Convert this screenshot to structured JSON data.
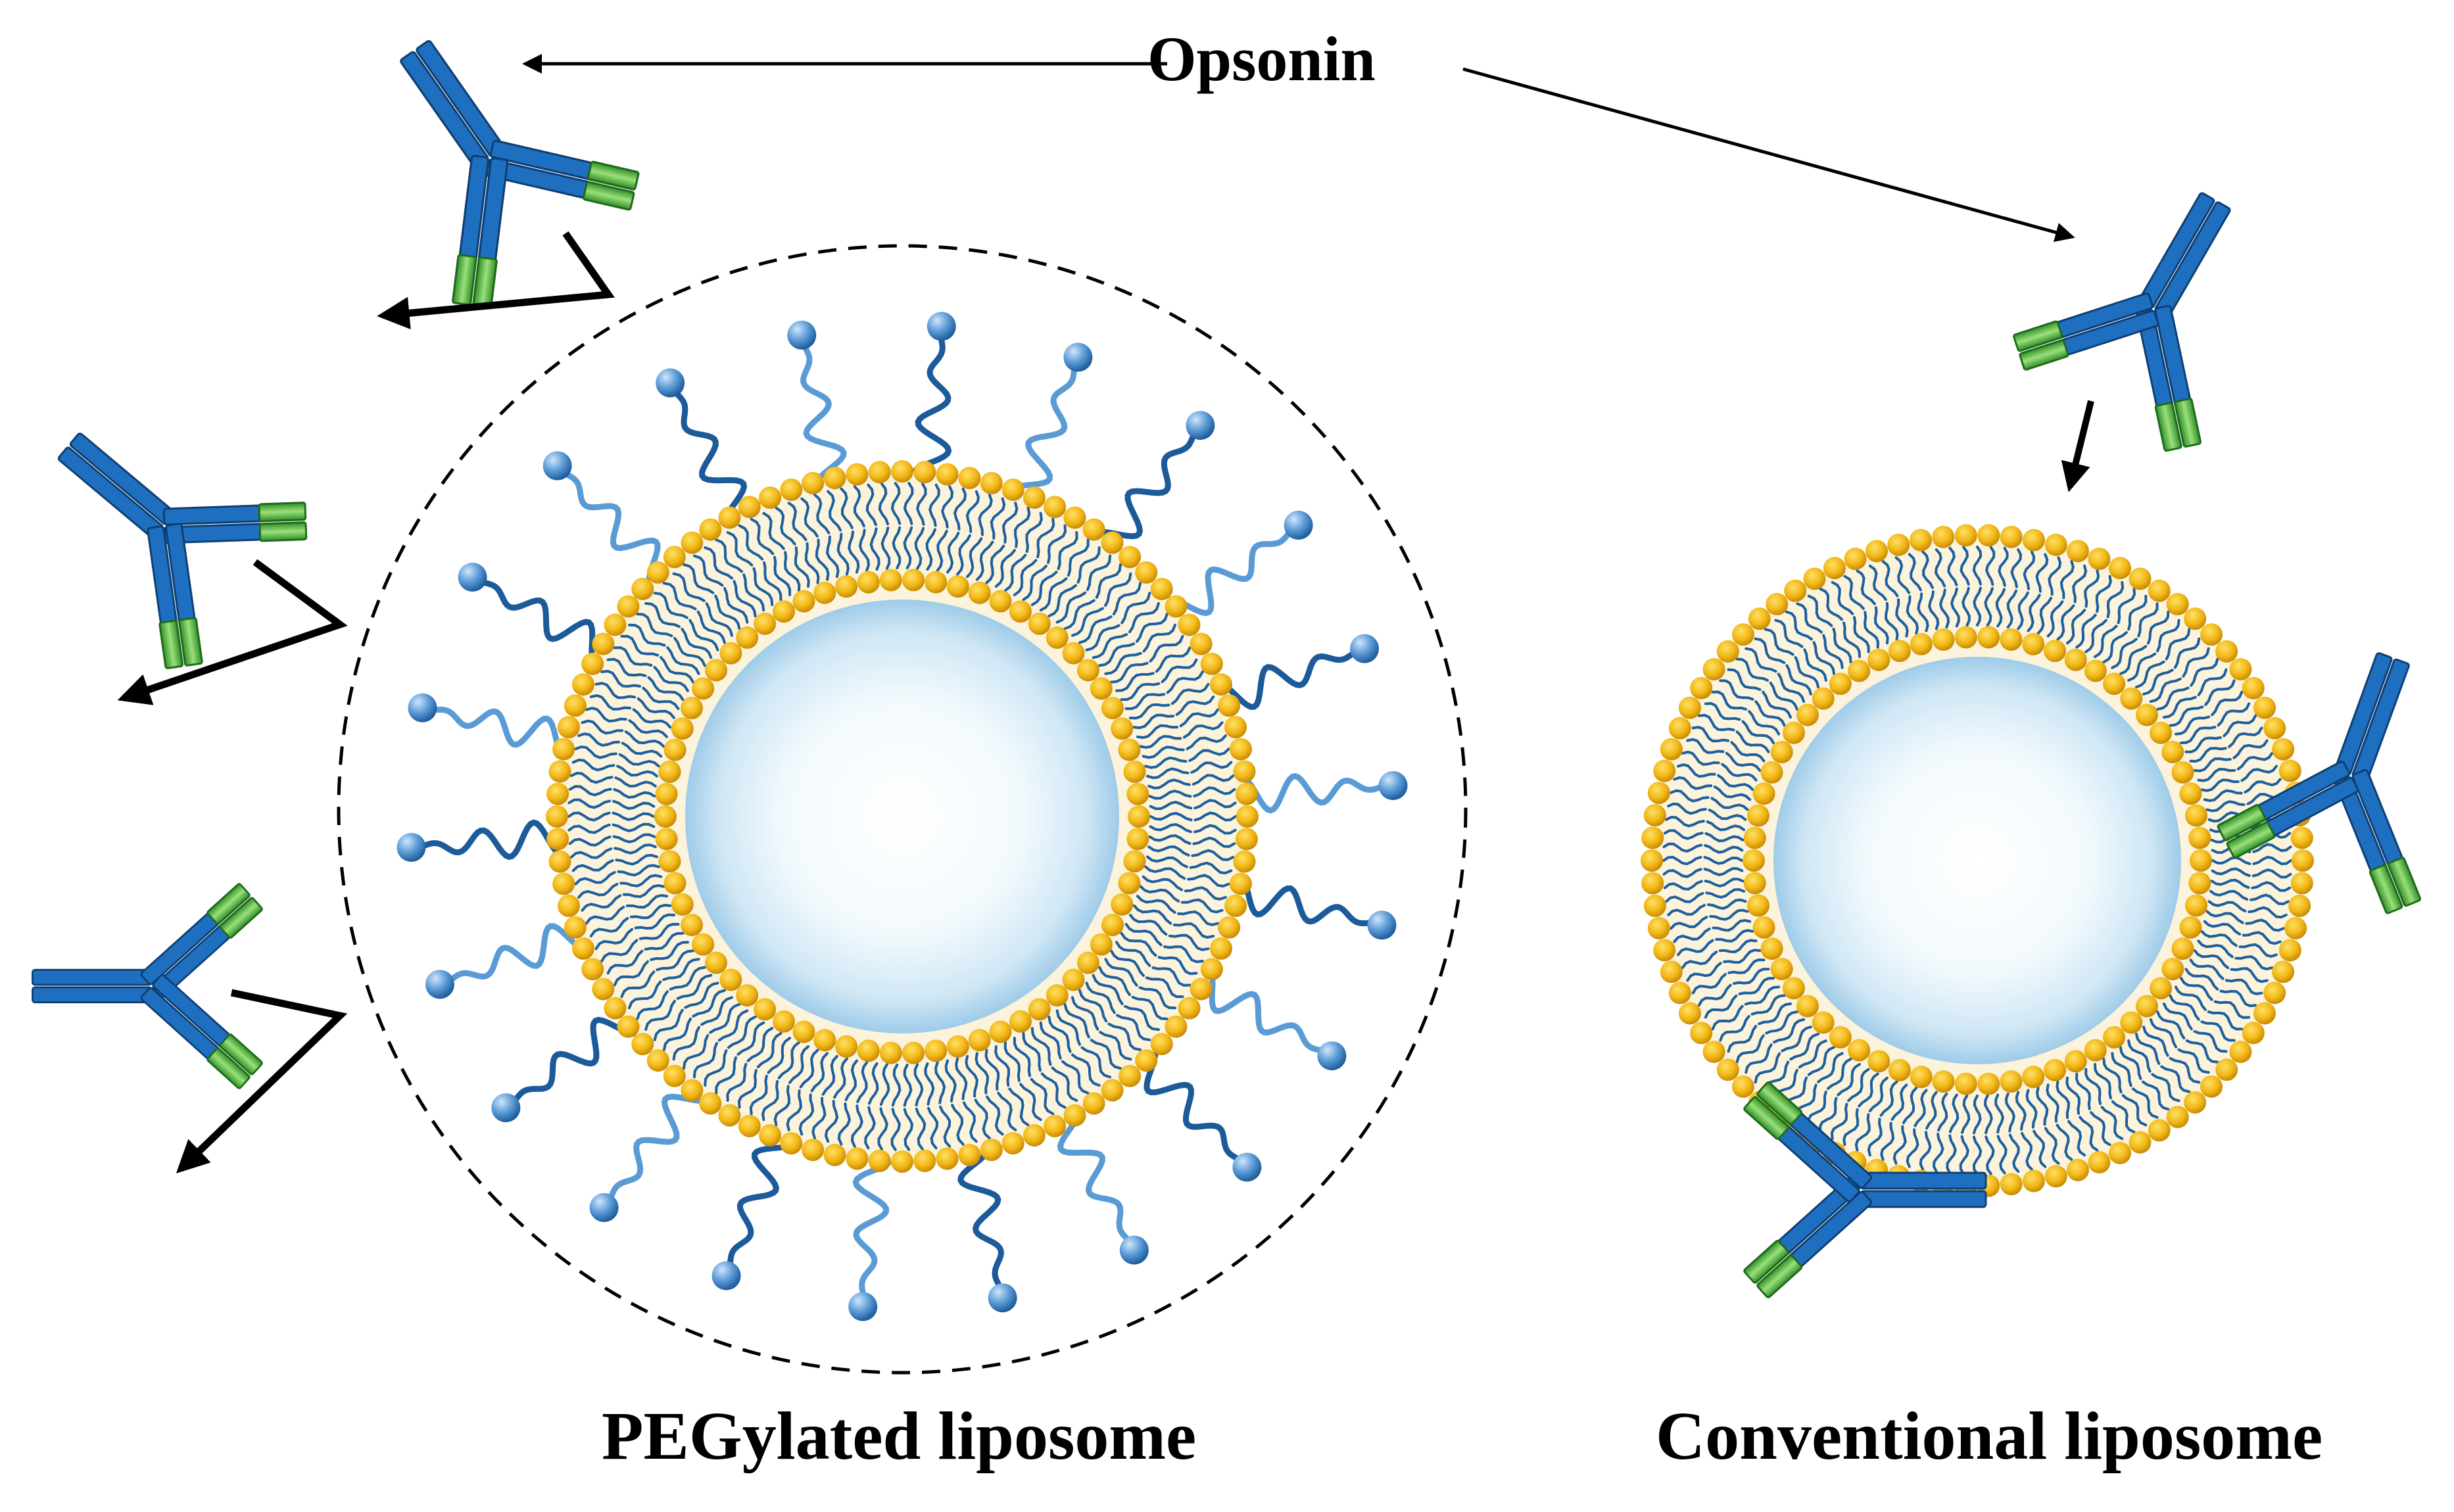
{
  "labels": {
    "opsonin": "Opsonin",
    "pegylated": "PEGylated liposome",
    "conventional": "Conventional liposome"
  },
  "colors": {
    "background": "#ffffff",
    "head": "#f2b817",
    "head_dark": "#d4930a",
    "tail": "#1d5f9e",
    "bilayer_fill": "#fbf3dc",
    "core_light": "#ffffff",
    "core_edge": "#a9d3ec",
    "peg_dark": "#1c5a99",
    "peg_light": "#5b9bd5",
    "antibody_blue": "#1f6fc0",
    "antibody_edge": "#0e3f73",
    "antibody_green": "#4caf3c",
    "arrow": "#000000"
  },
  "icons": [
    "antibody-icon",
    "peg-chain-icon",
    "lipid-bilayer-icon",
    "arrow-icon"
  ]
}
